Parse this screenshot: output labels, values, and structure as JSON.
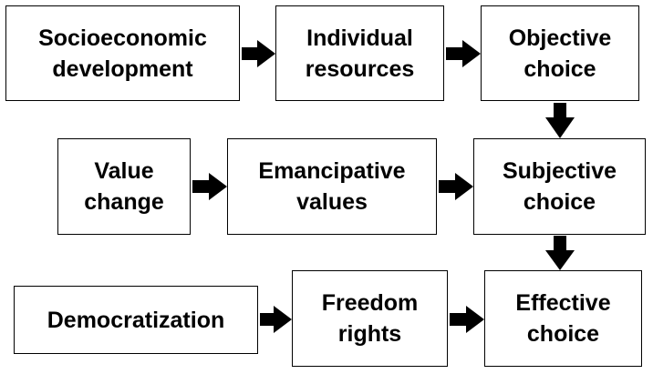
{
  "diagram": {
    "boxes": {
      "socioeconomic_development": "Socioeconomic\ndevelopment",
      "individual_resources": "Individual\nresources",
      "objective_choice": "Objective\nchoice",
      "value_change": "Value\nchange",
      "emancipative_values": "Emancipative\nvalues",
      "subjective_choice": "Subjective\nchoice",
      "democratization": "Democratization",
      "freedom_rights": "Freedom\nrights",
      "effective_choice": "Effective\nchoice"
    },
    "colors": {
      "box_border": "#000000",
      "text": "#000000",
      "arrow": "#000000",
      "background": "#ffffff"
    }
  }
}
